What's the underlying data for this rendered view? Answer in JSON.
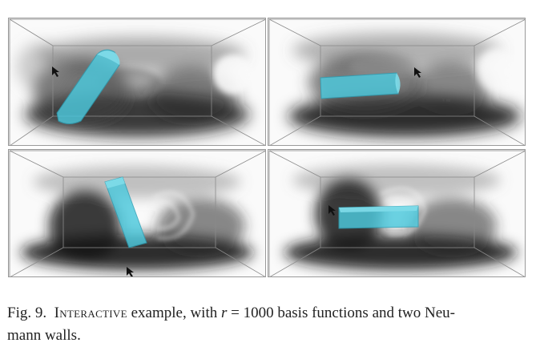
{
  "figure": {
    "panels": [
      {
        "id": "top-left"
      },
      {
        "id": "top-right"
      },
      {
        "id": "bottom-left"
      },
      {
        "id": "bottom-right"
      }
    ],
    "colors": {
      "smoke": "#1c1c1c",
      "obstacle": "#4cc9dd",
      "obstacle_edge": "#2a9fb5",
      "box_lines": "#8a8a8a"
    }
  },
  "caption": {
    "label": "Fig. 9.",
    "title_sc": "Interactive",
    "text_before_math": " example, with ",
    "math_var": "r",
    "math_rest": " = 1000 basis functions and two Neu-",
    "line2": "mann walls."
  }
}
